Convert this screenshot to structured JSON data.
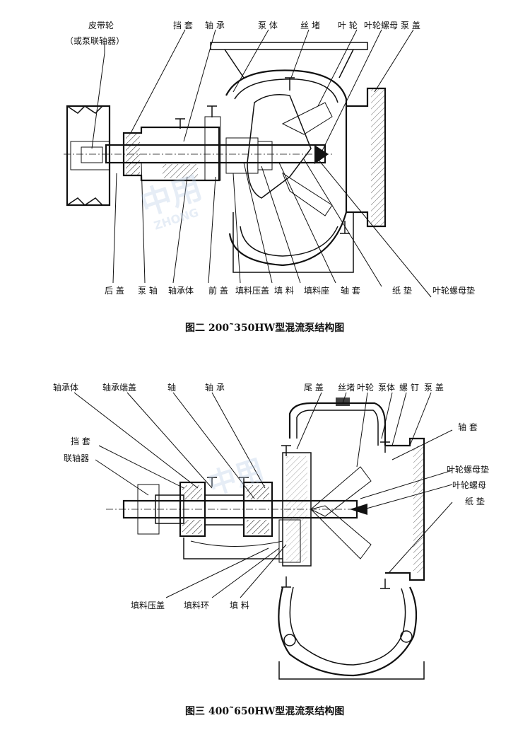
{
  "figure2": {
    "caption": "图二   200˜350HW型混流泵结构图",
    "top_labels": [
      "皮带轮",
      "（或泵联轴器）",
      "挡 套",
      "轴 承",
      "泵 体",
      "丝 堵",
      "叶 轮",
      "叶轮螺母",
      "泵 盖"
    ],
    "bottom_labels": [
      "后 盖",
      "泵 轴",
      "轴承体",
      "前 盖",
      "填料压盖",
      "填 料",
      "填料座",
      "轴 套",
      "纸 垫",
      "叶轮螺母垫"
    ]
  },
  "figure3": {
    "caption": "图三   400˜650HW型混流泵结构图",
    "top_labels": [
      "轴承体",
      "轴承端盖",
      "轴",
      "轴 承",
      "尾 盖",
      "丝堵",
      "叶轮",
      "泵体",
      "螺 钉",
      "泵 盖"
    ],
    "left_labels": [
      "挡 套",
      "联轴器"
    ],
    "right_labels": [
      "轴 套",
      "叶轮螺母垫",
      "叶轮螺母",
      "纸 垫"
    ],
    "bottom_labels": [
      "填料压盖",
      "填料环",
      "填 料"
    ]
  },
  "watermark": {
    "cn": "中用",
    "en": "ZHONG"
  }
}
